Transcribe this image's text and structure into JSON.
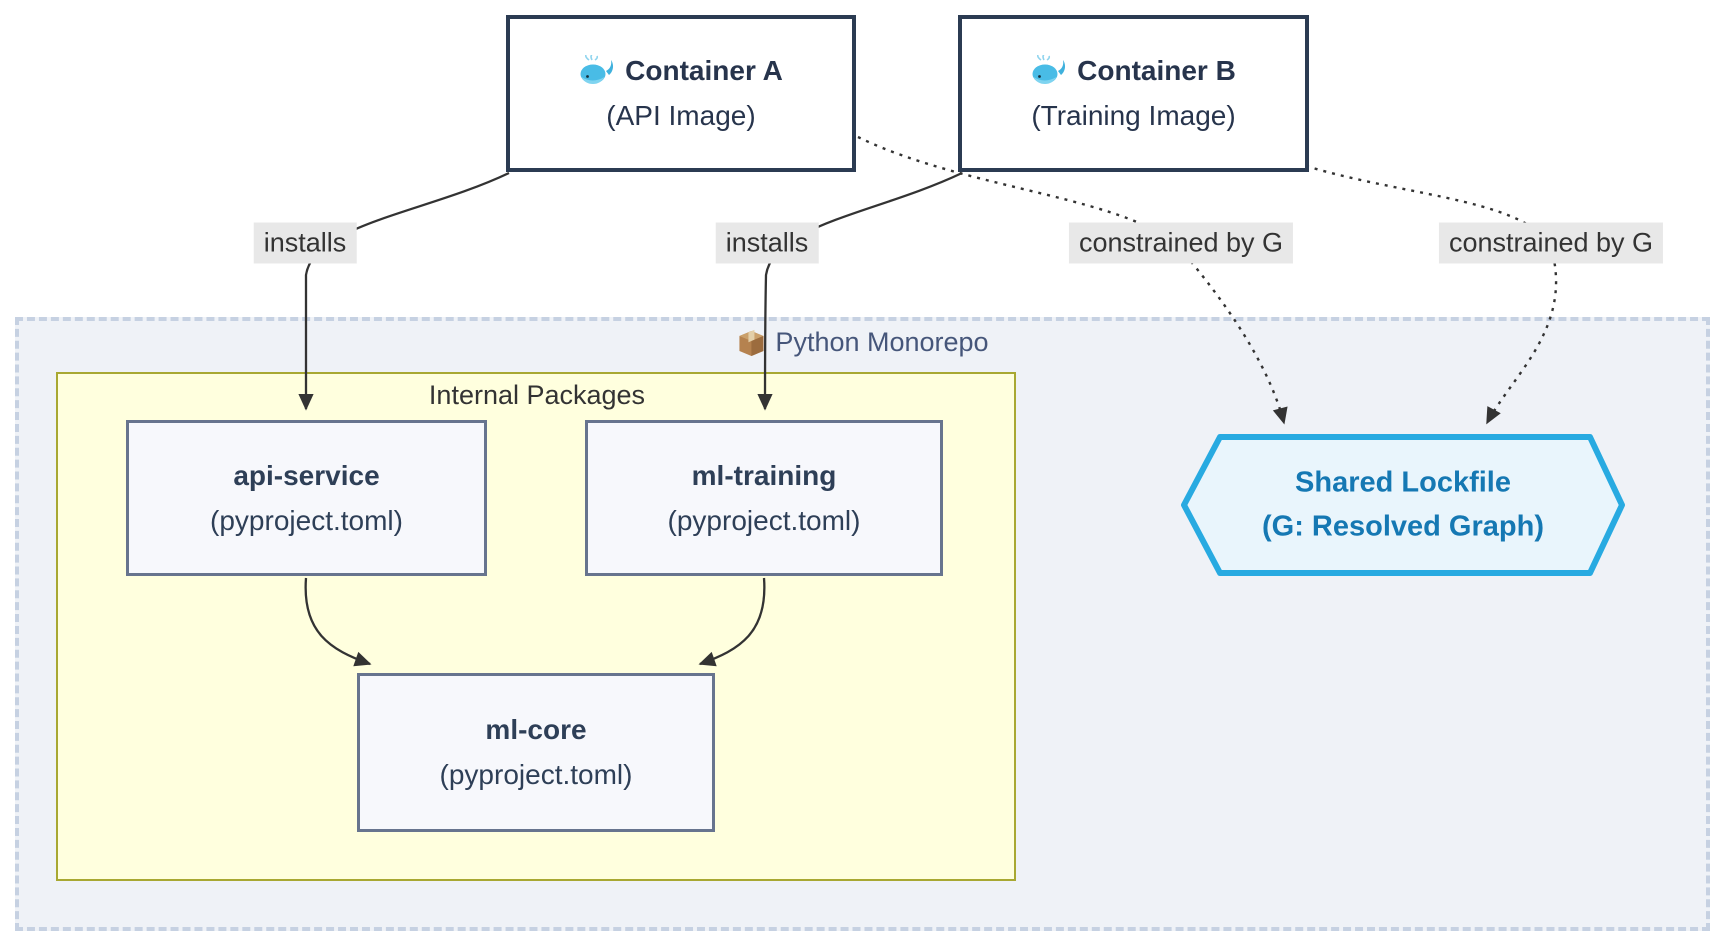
{
  "diagram": {
    "type": "flowchart",
    "description": "Docker containers installing internal monorepo packages constrained by a shared lockfile"
  },
  "clusters": {
    "monorepo": {
      "label": "Python Monorepo",
      "icon": "package-icon"
    },
    "internal_packages": {
      "label": "Internal Packages"
    }
  },
  "nodes": {
    "container_a": {
      "icon": "whale-icon",
      "title": "Container A",
      "subtitle": "(API Image)"
    },
    "container_b": {
      "icon": "whale-icon",
      "title": "Container B",
      "subtitle": "(Training Image)"
    },
    "api_service": {
      "title": "api-service",
      "subtitle": "(pyproject.toml)"
    },
    "ml_training": {
      "title": "ml-training",
      "subtitle": "(pyproject.toml)"
    },
    "ml_core": {
      "title": "ml-core",
      "subtitle": "(pyproject.toml)"
    },
    "shared_lockfile": {
      "shape": "hexagon",
      "title": "Shared Lockfile",
      "subtitle": "(G: Resolved Graph)"
    }
  },
  "edges": [
    {
      "from": "container_a",
      "to": "api_service",
      "label": "installs",
      "style": "solid"
    },
    {
      "from": "container_b",
      "to": "ml_training",
      "label": "installs",
      "style": "solid"
    },
    {
      "from": "container_a",
      "to": "shared_lockfile",
      "label": "constrained by G",
      "style": "dotted"
    },
    {
      "from": "container_b",
      "to": "shared_lockfile",
      "label": "constrained by G",
      "style": "dotted"
    },
    {
      "from": "api_service",
      "to": "ml_core",
      "label": "",
      "style": "solid"
    },
    {
      "from": "ml_training",
      "to": "ml_core",
      "label": "",
      "style": "solid"
    }
  ],
  "colors": {
    "container_border": "#2b3b52",
    "package_node_border": "#67748e",
    "package_node_fill": "#f7f8fc",
    "internal_cluster_fill": "#ffffde",
    "internal_cluster_border": "#a8a832",
    "monorepo_fill": "#eff2f7",
    "monorepo_dash": "#c6d1e2",
    "hexagon_border": "#28aae1",
    "hexagon_fill": "#e9f5fc",
    "hexagon_text": "#1578b3",
    "edge_stroke": "#333333",
    "edge_label_bg": "#e8e8e8",
    "node_text": "#2e3f57"
  }
}
